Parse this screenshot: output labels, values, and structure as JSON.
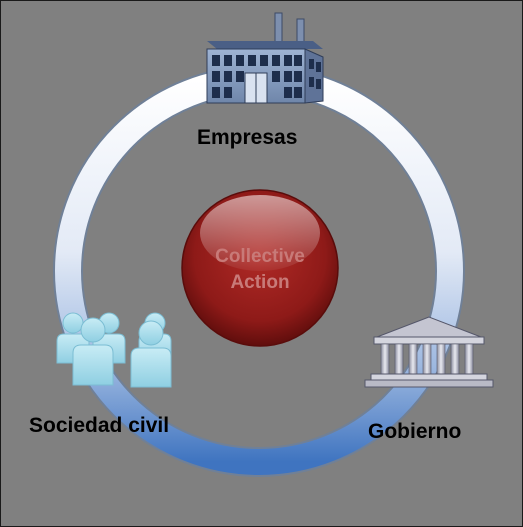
{
  "diagram": {
    "center_label_line1": "Collective",
    "center_label_line2": "Action",
    "node_empresas": "Empresas",
    "node_gobierno": "Gobierno",
    "node_sociedad": "Sociedad civil"
  },
  "icons": {
    "top": "factory-icon",
    "bottom_right": "government-building-icon",
    "bottom_left": "people-group-icon"
  },
  "colors": {
    "background": "#808080",
    "ring_light": "#eef2fa",
    "ring_dark": "#4f82c8",
    "sphere": "#8e1a18"
  }
}
